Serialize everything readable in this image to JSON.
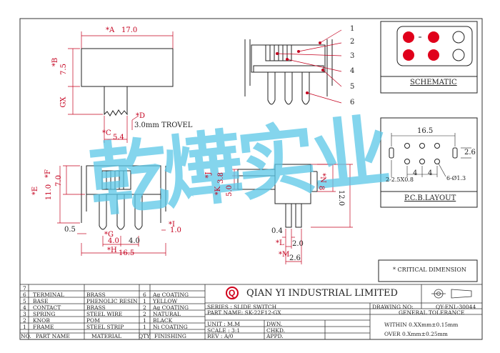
{
  "drawing": {
    "dims": {
      "A": "*A",
      "A_val": "17.0",
      "B": "*B",
      "B_val": "7.5",
      "GX": "GX",
      "D": "*D",
      "D_note": "3.0mm TROVEL",
      "C": "*C",
      "C_val": "5.4",
      "F": "*F",
      "F_val": "7.0",
      "E": "*E",
      "E_val": "11.0",
      "pitch_left": "0.5",
      "G": "*G",
      "G_val1": "4.0",
      "G_val2": "4.0",
      "H": "*H",
      "H_val": "16.5",
      "I": "*I",
      "I_val": "1.0",
      "J": "*J",
      "J_val": "3.8",
      "K": "*K",
      "K_val": "5.0",
      "N": "*N",
      "N_val": "8",
      "side_height": "12.0",
      "thick": "0.4",
      "L": "*L",
      "L_val": "2.0",
      "M": "*M",
      "M_val": "2.6"
    },
    "callouts": [
      "1",
      "2",
      "3",
      "4",
      "5",
      "6"
    ],
    "schematic_label": "SCHEMATIC",
    "pcb": {
      "width": "16.5",
      "height": "2.6",
      "slot": "2-2.5X0.8",
      "pitch1": "4",
      "pitch2": "4",
      "hole": "6-Ø1.3",
      "label": "P.C.B.LAYOUT"
    },
    "critical_note": "* CRITICAL  DIMENSION",
    "watermark": "乾燁实业"
  },
  "title_block": {
    "bom": [
      {
        "no": "7",
        "part": "",
        "material": "",
        "qty": "",
        "finishing": ""
      },
      {
        "no": "6",
        "part": "TERMINAL",
        "material": "BRASS",
        "qty": "6",
        "finishing": "Ag COATING"
      },
      {
        "no": "5",
        "part": "BASE",
        "material": "PHENOLIC RESIN",
        "qty": "1",
        "finishing": "YELLOW"
      },
      {
        "no": "4",
        "part": "CONTACT",
        "material": "BRASS",
        "qty": "2",
        "finishing": "Ag COATING"
      },
      {
        "no": "3",
        "part": "SPRING",
        "material": "STEEL WIRE",
        "qty": "2",
        "finishing": "NATURAL"
      },
      {
        "no": "2",
        "part": "KNOB",
        "material": "POM",
        "qty": "1",
        "finishing": "BLACK"
      },
      {
        "no": "1",
        "part": "FRAME",
        "material": "STEEL STRIP",
        "qty": "1",
        "finishing": "Ni COATING"
      }
    ],
    "bom_header": {
      "no": "NO.",
      "part": "PART NAME",
      "material": "MATERIAL",
      "qty": "QTY",
      "finishing": "FINISHING"
    },
    "company": "QIAN  YI  INDUSTRIAL  LIMITED",
    "logo_letter": "Q",
    "series": "SERIES : SLIDE SWITCH",
    "part_name": "PART NAME: SK-22F12-GX",
    "unit": "UNIT : M.M",
    "scale": "SCALE : 3:1",
    "rev": "REV   : A/0",
    "dwn": "DWN.",
    "chkd": "CHKD.",
    "appd": "APPD.",
    "drawing_no_label": "DRAWING NO:",
    "drawing_no": "QY-ENL-30044",
    "general_tolerance": "GENERAL TOLERANCE",
    "tol1": "WITHIN  0.XXmm±0.15mm",
    "tol2": "OVER   0.Xmm±0.25mm"
  },
  "colors": {
    "dimension": "#c4001e",
    "line": "#222222",
    "watermark": "#5bc8e8",
    "red_dot": "#e0001b",
    "logo": "#d0001a"
  }
}
